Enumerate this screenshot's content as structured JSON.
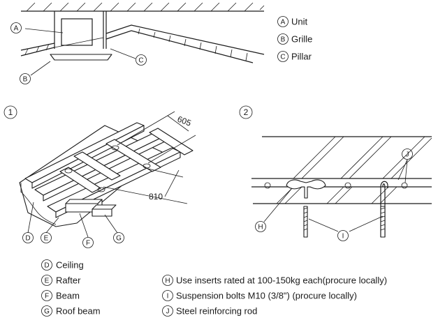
{
  "top_legend": [
    {
      "letter": "A",
      "text": "Unit"
    },
    {
      "letter": "B",
      "text": "Grille"
    },
    {
      "letter": "C",
      "text": "Pillar"
    }
  ],
  "figure1": {
    "number": "1",
    "dimension_top": "605",
    "dimension_bottom": "810",
    "legend": [
      {
        "letter": "D",
        "text": "Ceiling"
      },
      {
        "letter": "E",
        "text": "Rafter"
      },
      {
        "letter": "F",
        "text": "Beam"
      },
      {
        "letter": "G",
        "text": "Roof beam"
      }
    ]
  },
  "figure2": {
    "number": "2",
    "legend": [
      {
        "letter": "H",
        "text": "Use inserts rated at 100-150kg each(procure locally)"
      },
      {
        "letter": "I",
        "text": "Suspension bolts M10 (3/8\") (procure locally)"
      },
      {
        "letter": "J",
        "text": "Steel reinforcing rod"
      }
    ]
  }
}
